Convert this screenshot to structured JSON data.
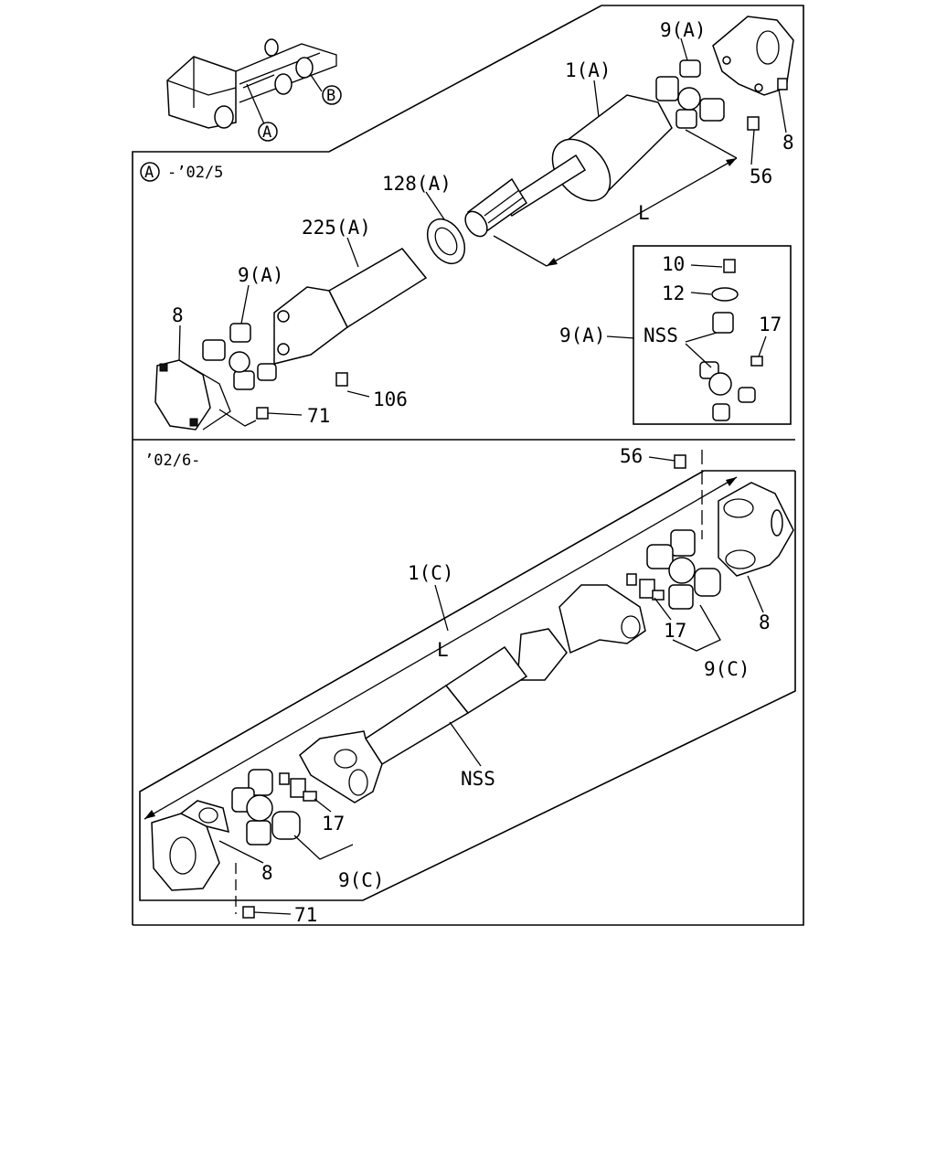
{
  "header": {
    "section_a_marker": "A",
    "section_a_period": "-’02/5",
    "section_b_period": "’02/6-"
  },
  "overview": {
    "callout_a": "A",
    "callout_b": "B"
  },
  "section_a": {
    "labels": {
      "shaft": "1(A)",
      "joint_top": "9(A)",
      "flange_right": "8",
      "nut_right": "56",
      "dimension": "L",
      "ring": "128(A)",
      "yoke": "225(A)",
      "joint_left": "9(A)",
      "flange_left": "8",
      "grease_fitting": "106",
      "nut_left": "71"
    },
    "detail": {
      "bolt": "10",
      "washer": "12",
      "joint": "9(A)",
      "nss": "NSS",
      "fitting": "17"
    }
  },
  "section_b": {
    "labels": {
      "nut_top": "56",
      "shaft": "1(C)",
      "dimension": "L",
      "flange_right": "8",
      "fitting_right": "17",
      "joint_right": "9(C)",
      "nss": "NSS",
      "fitting_left": "17",
      "flange_left": "8",
      "joint_left": "9(C)",
      "nut_bottom": "71"
    }
  }
}
